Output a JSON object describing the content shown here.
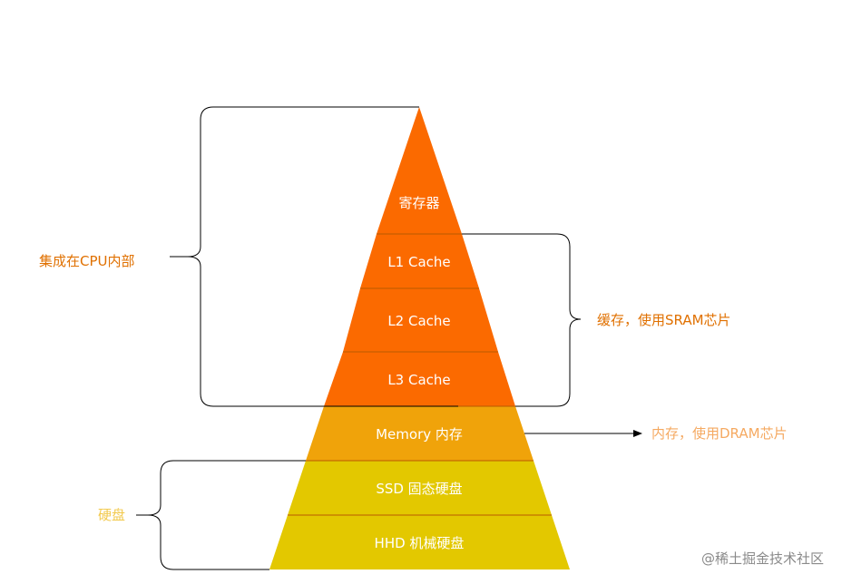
{
  "colors": {
    "cpu_tier": "#fb6a00",
    "memory_tier": "#f0a30a",
    "disk_tier": "#e3c800",
    "tier_divider": "#b85a00",
    "tier_text": "#ffffff",
    "bracket_line": "#000000",
    "cpu_label_text": "#e07000",
    "sram_label_text": "#e07000",
    "dram_label_text": "#f5a961",
    "disk_label_text": "#f2c94c",
    "watermark_text": "#8a8a8a"
  },
  "pyramid": {
    "tiers": [
      {
        "label": "寄存器",
        "group": "cpu"
      },
      {
        "label": "L1 Cache",
        "group": "cpu"
      },
      {
        "label": "L2 Cache",
        "group": "cpu"
      },
      {
        "label": "L3 Cache",
        "group": "cpu"
      },
      {
        "label": "Memory 内存",
        "group": "memory"
      },
      {
        "label": "SSD 固态硬盘",
        "group": "disk"
      },
      {
        "label": "HHD 机械硬盘",
        "group": "disk"
      }
    ]
  },
  "annotations": {
    "cpu_internal": "集成在CPU内部",
    "cache_sram": "缓存，使用SRAM芯片",
    "memory_dram": "内存，使用DRAM芯片",
    "disk": "硬盘"
  },
  "watermark": "@稀土掘金技术社区"
}
